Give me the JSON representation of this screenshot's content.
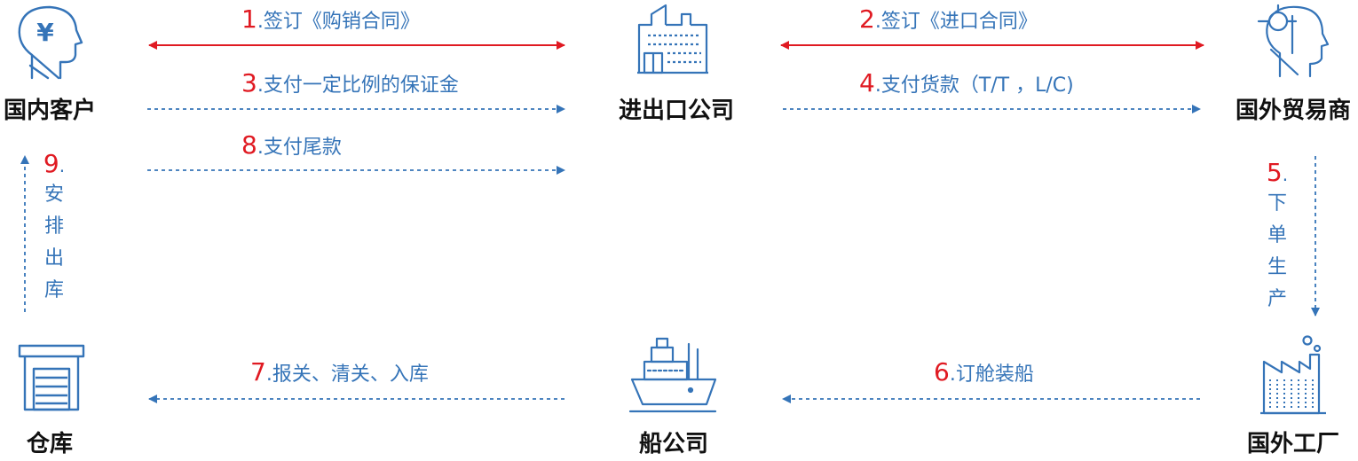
{
  "nodes": {
    "domestic_customer": "国内客户",
    "import_export_company": "进出口公司",
    "foreign_trader": "国外贸易商",
    "warehouse": "仓库",
    "shipping_company": "船公司",
    "foreign_factory": "国外工厂"
  },
  "icons": {
    "domestic_customer": "customer-yen-head-icon",
    "import_export_company": "office-building-icon",
    "foreign_trader": "trader-head-icon",
    "warehouse": "warehouse-icon",
    "shipping_company": "cargo-ship-icon",
    "foreign_factory": "factory-icon"
  },
  "colors": {
    "red": "#e01a22",
    "blue": "#3574b8",
    "text": "#111111"
  },
  "steps": [
    {
      "num": "1",
      "text": ".签订《购销合同》"
    },
    {
      "num": "2",
      "text": ".签订《进口合同》"
    },
    {
      "num": "3",
      "text": ".支付一定比例的保证金"
    },
    {
      "num": "4",
      "text": ".支付货款（T/T ，L/C)"
    },
    {
      "num": "5",
      "text": ".",
      "vertical": [
        "下",
        "单",
        "生",
        "产"
      ]
    },
    {
      "num": "6",
      "text": ".订舱装船"
    },
    {
      "num": "7",
      "text": ".报关、清关、入库"
    },
    {
      "num": "8",
      "text": ".支付尾款"
    },
    {
      "num": "9",
      "text": ".",
      "vertical": [
        "安",
        "排",
        "出",
        "库"
      ]
    }
  ]
}
